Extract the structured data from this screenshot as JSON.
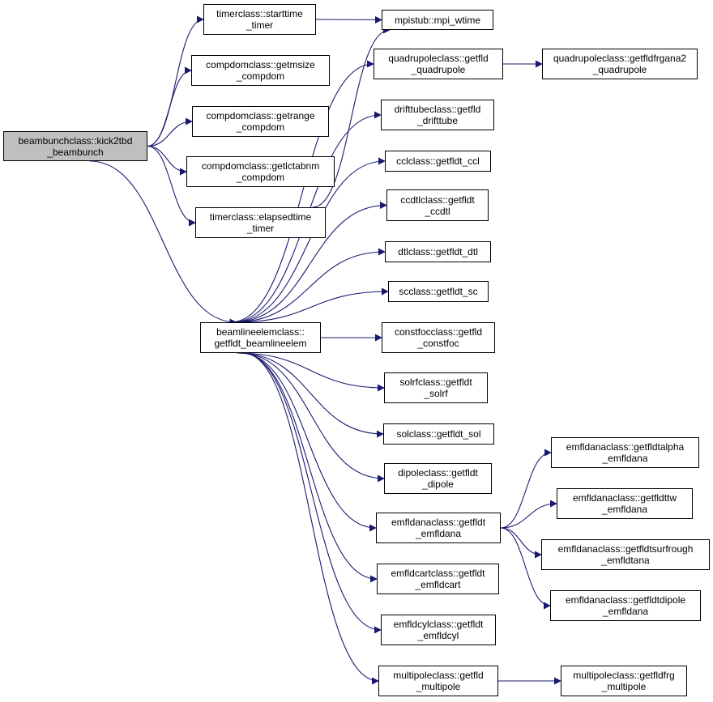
{
  "graph": {
    "nodes": {
      "root": {
        "label": "beambunchclass::kick2tbd\n_beambunch"
      },
      "starttime": {
        "label": "timerclass::starttime\n_timer"
      },
      "getmsize": {
        "label": "compdomclass::getmsize\n_compdom"
      },
      "getrange": {
        "label": "compdomclass::getrange\n_compdom"
      },
      "getlctabnm": {
        "label": "compdomclass::getlctabnm\n_compdom"
      },
      "elapsedtime": {
        "label": "timerclass::elapsedtime\n_timer"
      },
      "beamlineelem": {
        "label": "beamlineelemclass::\ngetfldt_beamlineelem"
      },
      "mpiwtime": {
        "label": "mpistub::mpi_wtime"
      },
      "quadrupole": {
        "label": "quadrupoleclass::getfld\n_quadrupole"
      },
      "quadfrgana2": {
        "label": "quadrupoleclass::getfldfrgana2\n_quadrupole"
      },
      "drifttube": {
        "label": "drifttubeclass::getfld\n_drifttube"
      },
      "ccl": {
        "label": "cclclass::getfldt_ccl"
      },
      "ccdtl": {
        "label": "ccdtlclass::getfldt\n_ccdtl"
      },
      "dtl": {
        "label": "dtlclass::getfldt_dtl"
      },
      "sc": {
        "label": "scclass::getfldt_sc"
      },
      "constfoc": {
        "label": "constfocclass::getfld\n_constfoc"
      },
      "solrf": {
        "label": "solrfclass::getfldt\n_solrf"
      },
      "sol": {
        "label": "solclass::getfldt_sol"
      },
      "dipole": {
        "label": "dipoleclass::getfldt\n_dipole"
      },
      "emfldana": {
        "label": "emfldanaclass::getfldt\n_emfldana"
      },
      "emfldcart": {
        "label": "emfldcartclass::getfldt\n_emfldcart"
      },
      "emfldcyl": {
        "label": "emfldcylclass::getfldt\n_emfldcyl"
      },
      "multipole": {
        "label": "multipoleclass::getfld\n_multipole"
      },
      "multifrg": {
        "label": "multipoleclass::getfldfrg\n_multipole"
      },
      "talpha": {
        "label": "emfldanaclass::getfldtalpha\n_emfldana"
      },
      "ttw": {
        "label": "emfldanaclass::getfldttw\n_emfldana"
      },
      "tsurfrough": {
        "label": "emfldanaclass::getfldtsurfrough\n_emfldtana"
      },
      "tdipole": {
        "label": "emfldanaclass::getfldtdipole\n_emfldana"
      }
    },
    "edges": [
      [
        "root",
        "starttime"
      ],
      [
        "root",
        "getmsize"
      ],
      [
        "root",
        "getrange"
      ],
      [
        "root",
        "getlctabnm"
      ],
      [
        "root",
        "elapsedtime"
      ],
      [
        "root",
        "beamlineelem"
      ],
      [
        "starttime",
        "mpiwtime"
      ],
      [
        "elapsedtime",
        "mpiwtime"
      ],
      [
        "beamlineelem",
        "quadrupole"
      ],
      [
        "beamlineelem",
        "drifttube"
      ],
      [
        "beamlineelem",
        "ccl"
      ],
      [
        "beamlineelem",
        "ccdtl"
      ],
      [
        "beamlineelem",
        "dtl"
      ],
      [
        "beamlineelem",
        "sc"
      ],
      [
        "beamlineelem",
        "constfoc"
      ],
      [
        "beamlineelem",
        "solrf"
      ],
      [
        "beamlineelem",
        "sol"
      ],
      [
        "beamlineelem",
        "dipole"
      ],
      [
        "beamlineelem",
        "emfldana"
      ],
      [
        "beamlineelem",
        "emfldcart"
      ],
      [
        "beamlineelem",
        "emfldcyl"
      ],
      [
        "beamlineelem",
        "multipole"
      ],
      [
        "quadrupole",
        "quadfrgana2"
      ],
      [
        "multipole",
        "multifrg"
      ],
      [
        "emfldana",
        "talpha"
      ],
      [
        "emfldana",
        "ttw"
      ],
      [
        "emfldana",
        "tsurfrough"
      ],
      [
        "emfldana",
        "tdipole"
      ]
    ],
    "colors": {
      "edge": "#191970",
      "root_fill": "#bfbfbf",
      "node_border": "#000000"
    }
  }
}
